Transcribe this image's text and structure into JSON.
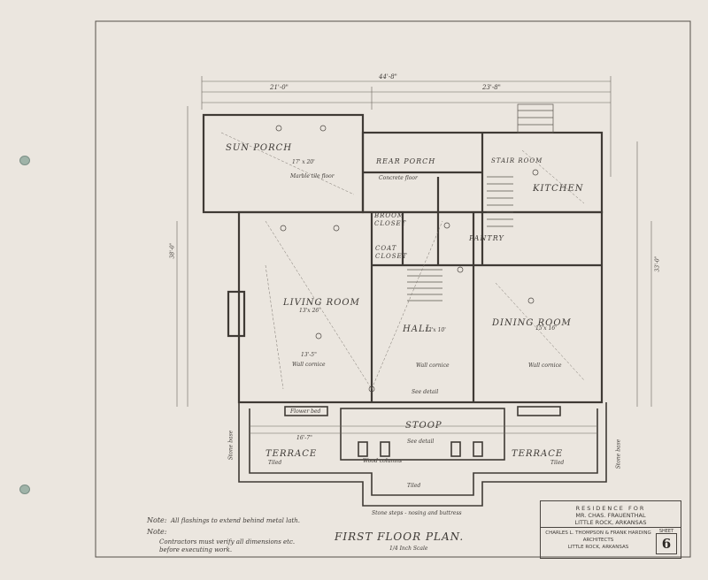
{
  "rooms": {
    "sun_porch": "SUN PORCH",
    "rear_porch": "REAR PORCH",
    "kitchen": "KITCHEN",
    "broom_closet": "BROOM CLOSET",
    "coat_closet": "COAT CLOSET",
    "pantry": "PANTRY",
    "living_room": "LIVING ROOM",
    "hall": "HALL",
    "dining_room": "DINING ROOM",
    "stoop": "STOOP",
    "terrace_left": "TERRACE",
    "terrace_right": "TERRACE",
    "stair_room": "STAIR ROOM"
  },
  "dimensions": {
    "overall": "44'-8\"",
    "left_top": "21'-0\"",
    "right_top": "23'-8\"",
    "living_room_size": "13'x 26'",
    "living_room_size2": "13'-5\"",
    "dining_room_size": "15'x 16'",
    "hall_size": "12'x 10'",
    "sun_porch_size": "17' x 20'",
    "stoop_width": "16'-7\"",
    "left_vertical": "38'-0\"",
    "right_vertical": "33'-0\""
  },
  "annotations": {
    "marble_tile_floor": "Marble tile floor",
    "concrete_floor": "Concrete floor",
    "wall_cornice_1": "Wall cornice",
    "wall_cornice_2": "Wall cornice",
    "wall_cornice_3": "Wall cornice",
    "see_detail_1": "See detail",
    "see_detail_2": "See detail",
    "stone_base_left": "Stone base",
    "stone_base_right": "Stone base",
    "tiled_left": "Tiled",
    "tiled_right": "Tiled",
    "tiled_center": "Tiled",
    "flower_bed": "Flower bed",
    "stone_steps": "Stone steps - nosing and buttress",
    "wood_columns": "Wood columns"
  },
  "notes": {
    "note_label_1": "Note:",
    "note_text_1": "All flashings to extend behind metal lath.",
    "note_label_2": "Note:",
    "note_text_2": "Contractors must verify all dimensions etc. before executing work."
  },
  "drawing_title": "FIRST FLOOR PLAN.",
  "scale": "1/4 Inch Scale",
  "title_block": {
    "line1": "RESIDENCE FOR",
    "line2": "MR. CHAS. FRAUENTHAL",
    "line3": "LITTLE ROCK, ARKANSAS",
    "line4": "CHARLES L. THOMPSON & FRANK HARDING",
    "line5": "ARCHITECTS",
    "line6": "LITTLE ROCK, ARKANSAS",
    "sheet_label": "SHEET",
    "sheet_number": "6"
  }
}
